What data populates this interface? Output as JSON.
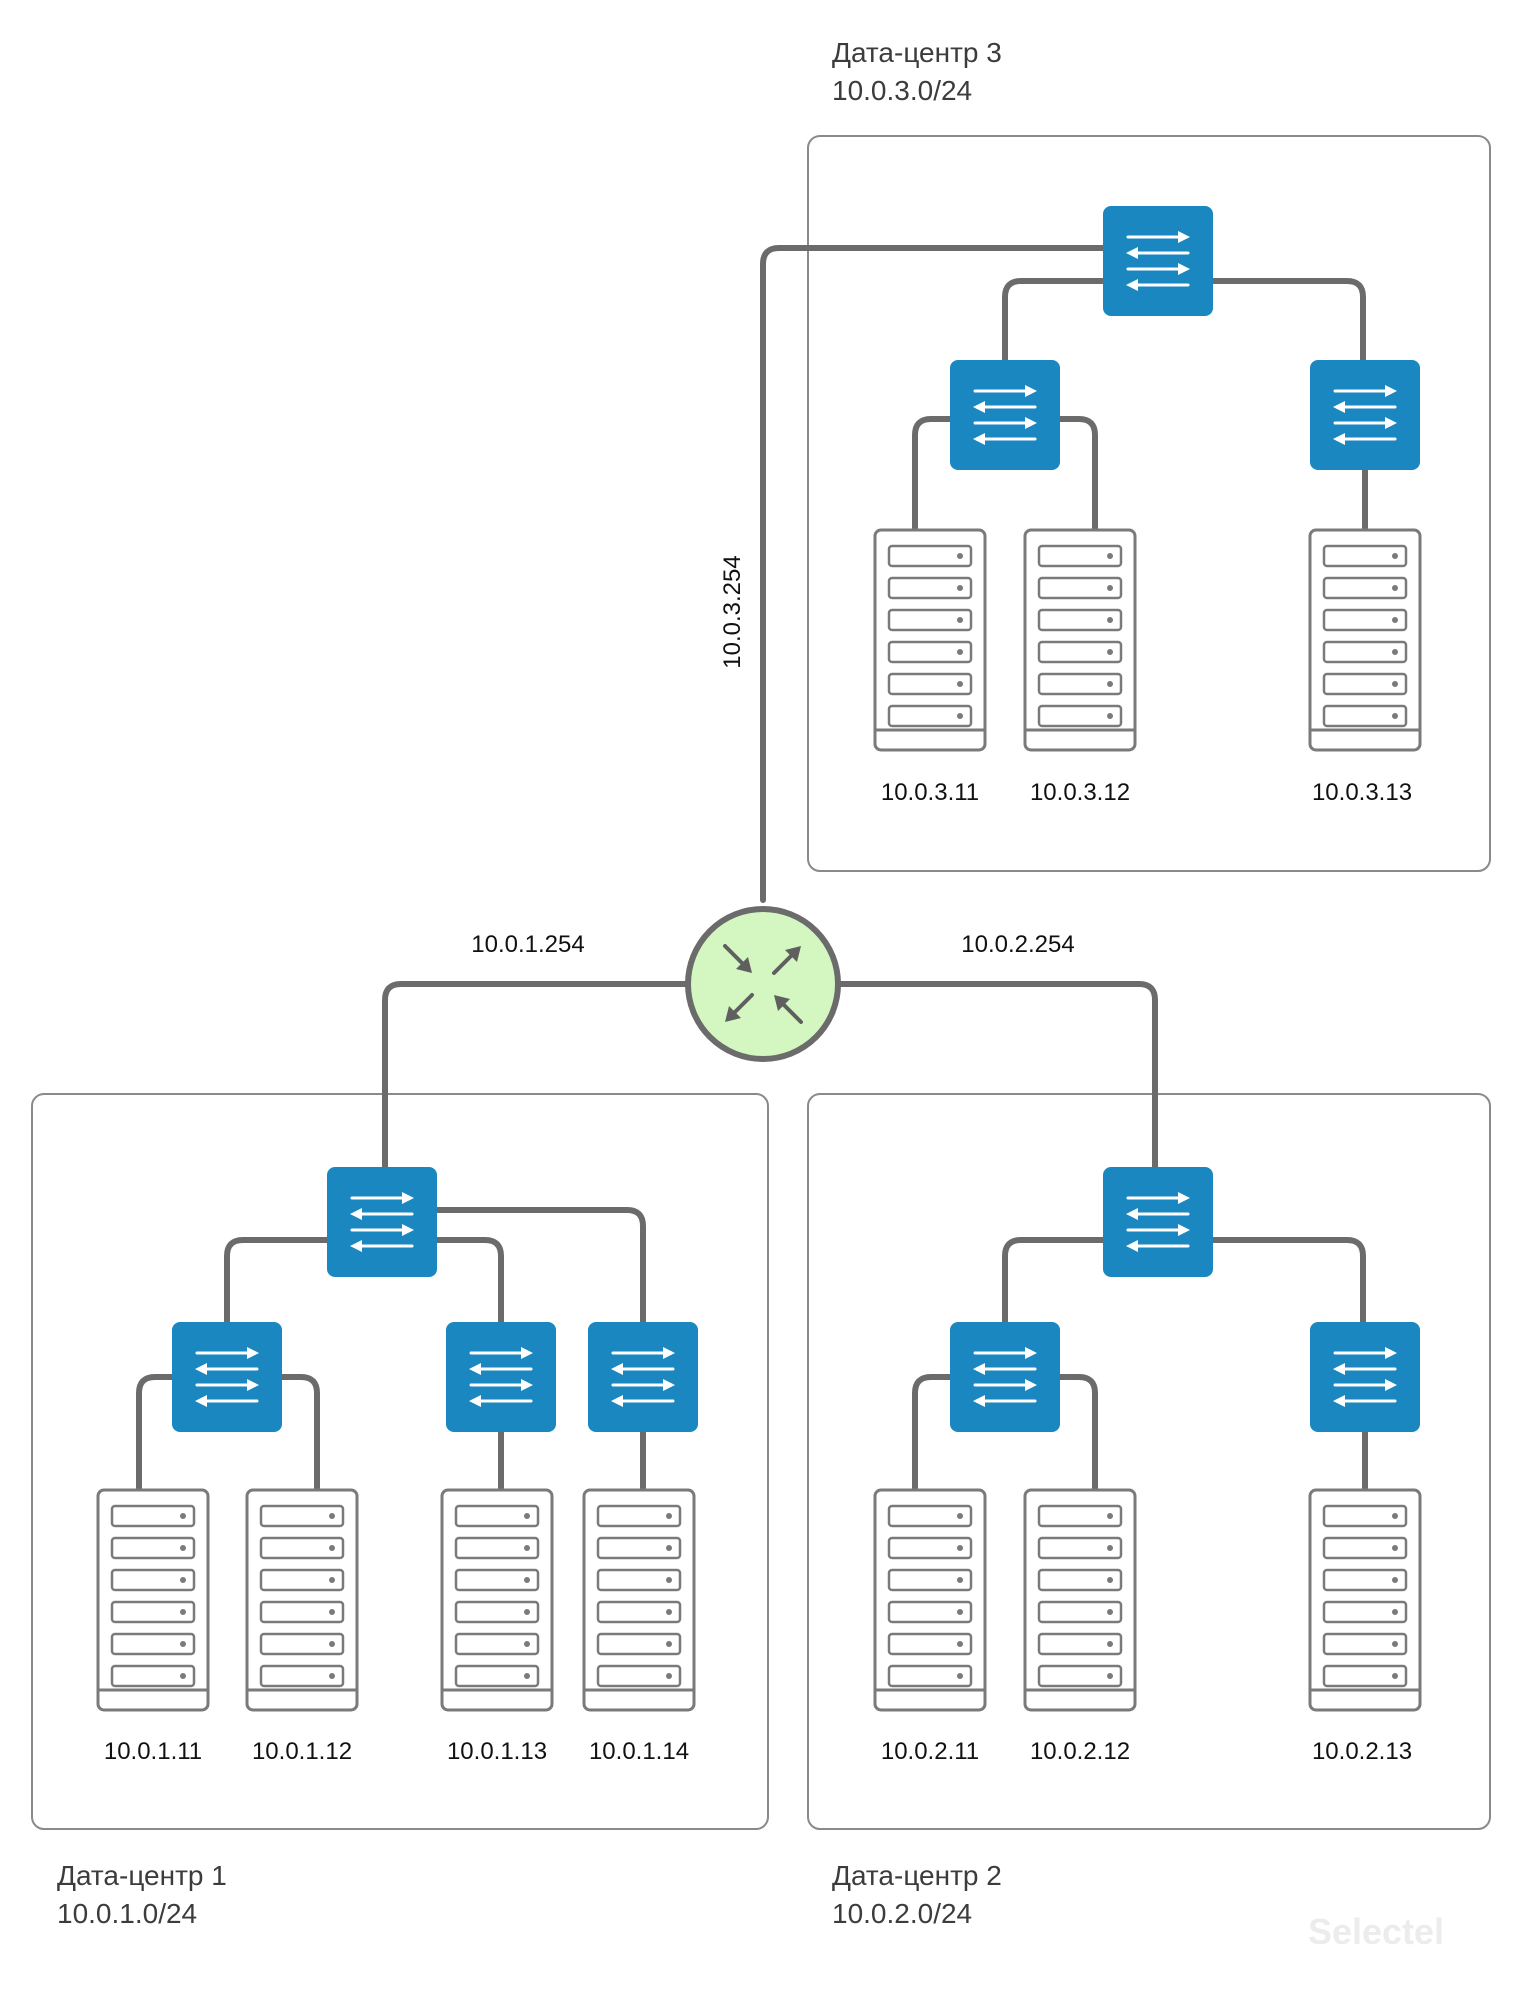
{
  "datacenters": [
    {
      "id": "dc1",
      "title": "Дата-центр 1",
      "subnet": "10.0.1.0/24",
      "servers": [
        "10.0.1.11",
        "10.0.1.12",
        "10.0.1.13",
        "10.0.1.14"
      ]
    },
    {
      "id": "dc2",
      "title": "Дата-центр 2",
      "subnet": "10.0.2.0/24",
      "servers": [
        "10.0.2.11",
        "10.0.2.12",
        "10.0.2.13"
      ]
    },
    {
      "id": "dc3",
      "title": "Дата-центр 3",
      "subnet": "10.0.3.0/24",
      "servers": [
        "10.0.3.11",
        "10.0.3.12",
        "10.0.3.13"
      ]
    }
  ],
  "router": {
    "interfaces": [
      "10.0.1.254",
      "10.0.2.254",
      "10.0.3.254"
    ],
    "icon": "router-icon",
    "fill_color": "#d4f7c2"
  },
  "colors": {
    "switch": "#1b87c0",
    "link": "#6b6b6b",
    "server_outline": "#7a7a7a",
    "box_border": "#8a8a8a"
  },
  "icons": {
    "switch": "switch-icon",
    "server": "server-rack-icon"
  },
  "watermark": "Selectel"
}
